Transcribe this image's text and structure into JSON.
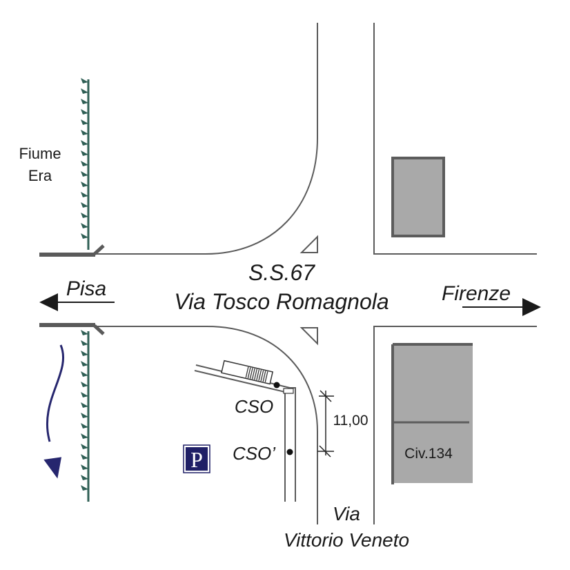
{
  "labels": {
    "river_line1": "Fiume",
    "river_line2": "Era",
    "road_ref": "S.S.67",
    "road_name": "Via Tosco Romagnola",
    "dir_west": "Pisa",
    "dir_east": "Firenze",
    "station_1": "CSO",
    "station_2": "CSO’",
    "distance": "11,00",
    "building_civic": "Civ.134",
    "side_street_line1": "Via",
    "side_street_line2": "Vittorio Veneto",
    "parking_letter": "P"
  },
  "colors": {
    "road_line": "#5a5a5a",
    "building_fill": "#a9a9a9",
    "building_edge": "#5c5c5c",
    "river_teeth": "#2f5f55",
    "flow_arrow": "#26266e",
    "parking_bg": "#1f1f66",
    "text": "#1a1a1a"
  },
  "icons": {
    "river_bank": "river-bank-teeth-icon",
    "flow": "river-flow-arrow-icon",
    "parking": "parking-sign-icon",
    "west_arrow": "arrow-left-icon",
    "east_arrow": "arrow-right-icon"
  }
}
